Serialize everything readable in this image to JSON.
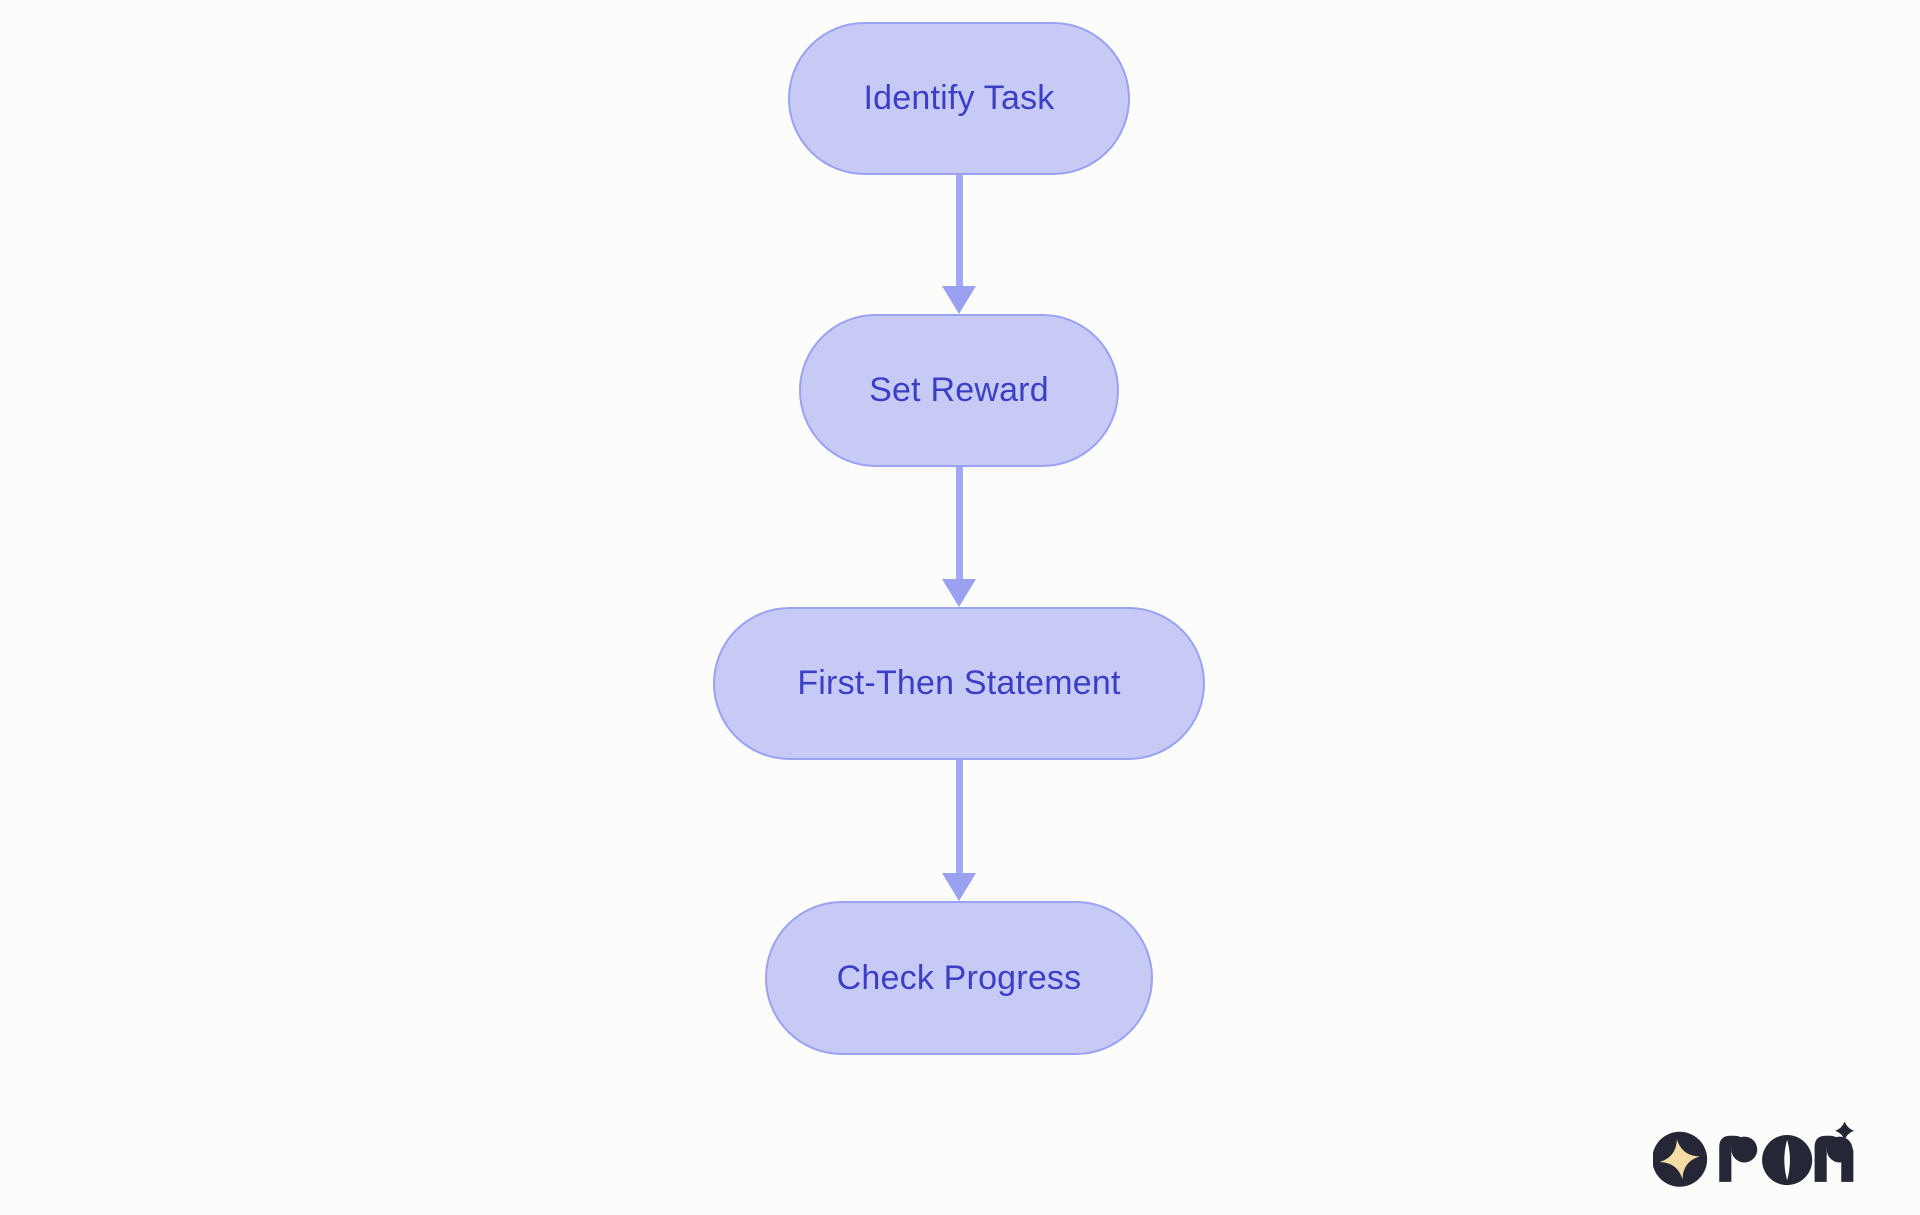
{
  "colors": {
    "background": "#fcfcfb",
    "node_fill": "#c8caf6",
    "node_border": "#9aa2f2",
    "node_text": "#3b3fc5",
    "arrow": "#a2a8f3",
    "arrow_head": "#9aa1f0",
    "logo_dark": "#262736",
    "logo_gold": "#f5dca4"
  },
  "flowchart": {
    "type": "vertical-flow",
    "nodes": [
      {
        "label": "Identify Task"
      },
      {
        "label": "Set Reward"
      },
      {
        "label": "First-Then Statement"
      },
      {
        "label": "Check Progress"
      }
    ],
    "edges": [
      {
        "from": "Identify Task",
        "to": "Set Reward"
      },
      {
        "from": "Set Reward",
        "to": "First-Then Statement"
      },
      {
        "from": "First-Then Statement",
        "to": "Check Progress"
      }
    ]
  },
  "branding": {
    "logo_text": "rori",
    "logo_mark": "four-point-star-in-circle"
  }
}
